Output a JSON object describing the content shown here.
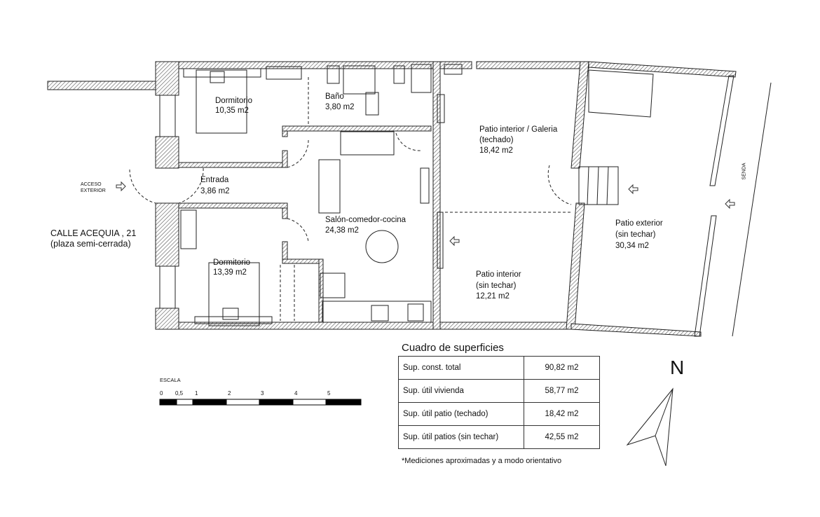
{
  "street": {
    "name": "CALLE ACEQUIA , 21",
    "note": "(plaza semi-cerrada)"
  },
  "access_label": [
    "ACCESO",
    "EXTERIOR"
  ],
  "path_label": "SENDA",
  "rooms": [
    {
      "name": "Dormitorio",
      "area": "10,35 m2"
    },
    {
      "name": "Baño",
      "area": "3,80 m2"
    },
    {
      "name": "Entrada",
      "area": "3,86 m2"
    },
    {
      "name": "Salón-comedor-cocina",
      "area": "24,38 m2"
    },
    {
      "name": "Dormitorio",
      "area": "13,39 m2"
    },
    {
      "name": "Patio interior / Galeria",
      "sub": "(techado)",
      "area": "18,42 m2"
    },
    {
      "name": "Patio interior",
      "sub": "(sin techar)",
      "area": "12,21 m2"
    },
    {
      "name": "Patio exterior",
      "sub": "(sin techar)",
      "area": "30,34 m2"
    }
  ],
  "surfaces": {
    "title": "Cuadro de superficies",
    "rows": [
      {
        "label": "Sup. const. total",
        "value": "90,82 m2"
      },
      {
        "label": "Sup.  útil vivienda",
        "value": "58,77 m2"
      },
      {
        "label": "Sup. útil patio (techado)",
        "value": "18,42 m2"
      },
      {
        "label": "Sup. útil patios (sin techar)",
        "value": "42,55 m2"
      }
    ],
    "footnote": "*Mediciones aproximadas y a modo orientativo"
  },
  "scale": {
    "title": "ESCALA",
    "ticks": [
      "0",
      "0,5",
      "1",
      "2",
      "3",
      "4",
      "5"
    ]
  },
  "north": "N"
}
